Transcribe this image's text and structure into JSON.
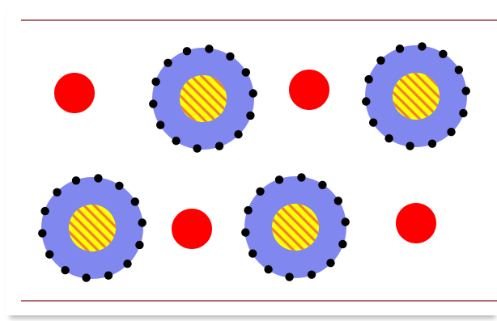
{
  "colors": {
    "background": "#ffffff",
    "frame_shadow": "#b9b9b9",
    "boundary_line": "#b56b6b",
    "blue_disc": "#8088f0",
    "yellow_core": "#ffff00",
    "core_stripe": "#f08030",
    "red_dot": "#ff0000",
    "black_dot": "#000000"
  },
  "elements": {
    "boundary_lines": 2,
    "coated_particles": 4,
    "red_particles": 4,
    "dots_per_coated_particle": 14
  }
}
